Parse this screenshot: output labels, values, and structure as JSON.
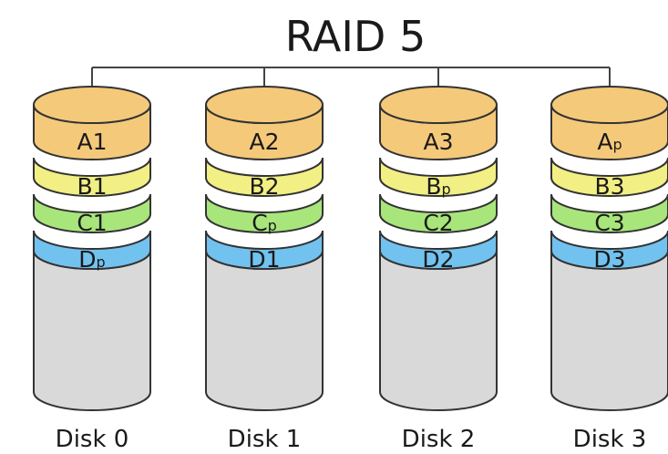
{
  "title": "RAID 5",
  "colors": {
    "A": "#f5c97a",
    "B": "#f2ef84",
    "C": "#a8e67c",
    "D": "#72c2ef",
    "empty": "#d9d9d9",
    "outline": "#333333",
    "wire": "#444444"
  },
  "disks": [
    {
      "label": "Disk 0",
      "blocks": [
        {
          "main": "A",
          "sub": "1",
          "parity": false,
          "color": "A"
        },
        {
          "main": "B",
          "sub": "1",
          "parity": false,
          "color": "B"
        },
        {
          "main": "C",
          "sub": "1",
          "parity": false,
          "color": "C"
        },
        {
          "main": "D",
          "sub": "p",
          "parity": true,
          "color": "D"
        }
      ]
    },
    {
      "label": "Disk 1",
      "blocks": [
        {
          "main": "A",
          "sub": "2",
          "parity": false,
          "color": "A"
        },
        {
          "main": "B",
          "sub": "2",
          "parity": false,
          "color": "B"
        },
        {
          "main": "C",
          "sub": "p",
          "parity": true,
          "color": "C"
        },
        {
          "main": "D",
          "sub": "1",
          "parity": false,
          "color": "D"
        }
      ]
    },
    {
      "label": "Disk 2",
      "blocks": [
        {
          "main": "A",
          "sub": "3",
          "parity": false,
          "color": "A"
        },
        {
          "main": "B",
          "sub": "p",
          "parity": true,
          "color": "B"
        },
        {
          "main": "C",
          "sub": "2",
          "parity": false,
          "color": "C"
        },
        {
          "main": "D",
          "sub": "2",
          "parity": false,
          "color": "D"
        }
      ]
    },
    {
      "label": "Disk 3",
      "blocks": [
        {
          "main": "A",
          "sub": "p",
          "parity": true,
          "color": "A"
        },
        {
          "main": "B",
          "sub": "3",
          "parity": false,
          "color": "B"
        },
        {
          "main": "C",
          "sub": "3",
          "parity": false,
          "color": "C"
        },
        {
          "main": "D",
          "sub": "3",
          "parity": false,
          "color": "D"
        }
      ]
    }
  ]
}
